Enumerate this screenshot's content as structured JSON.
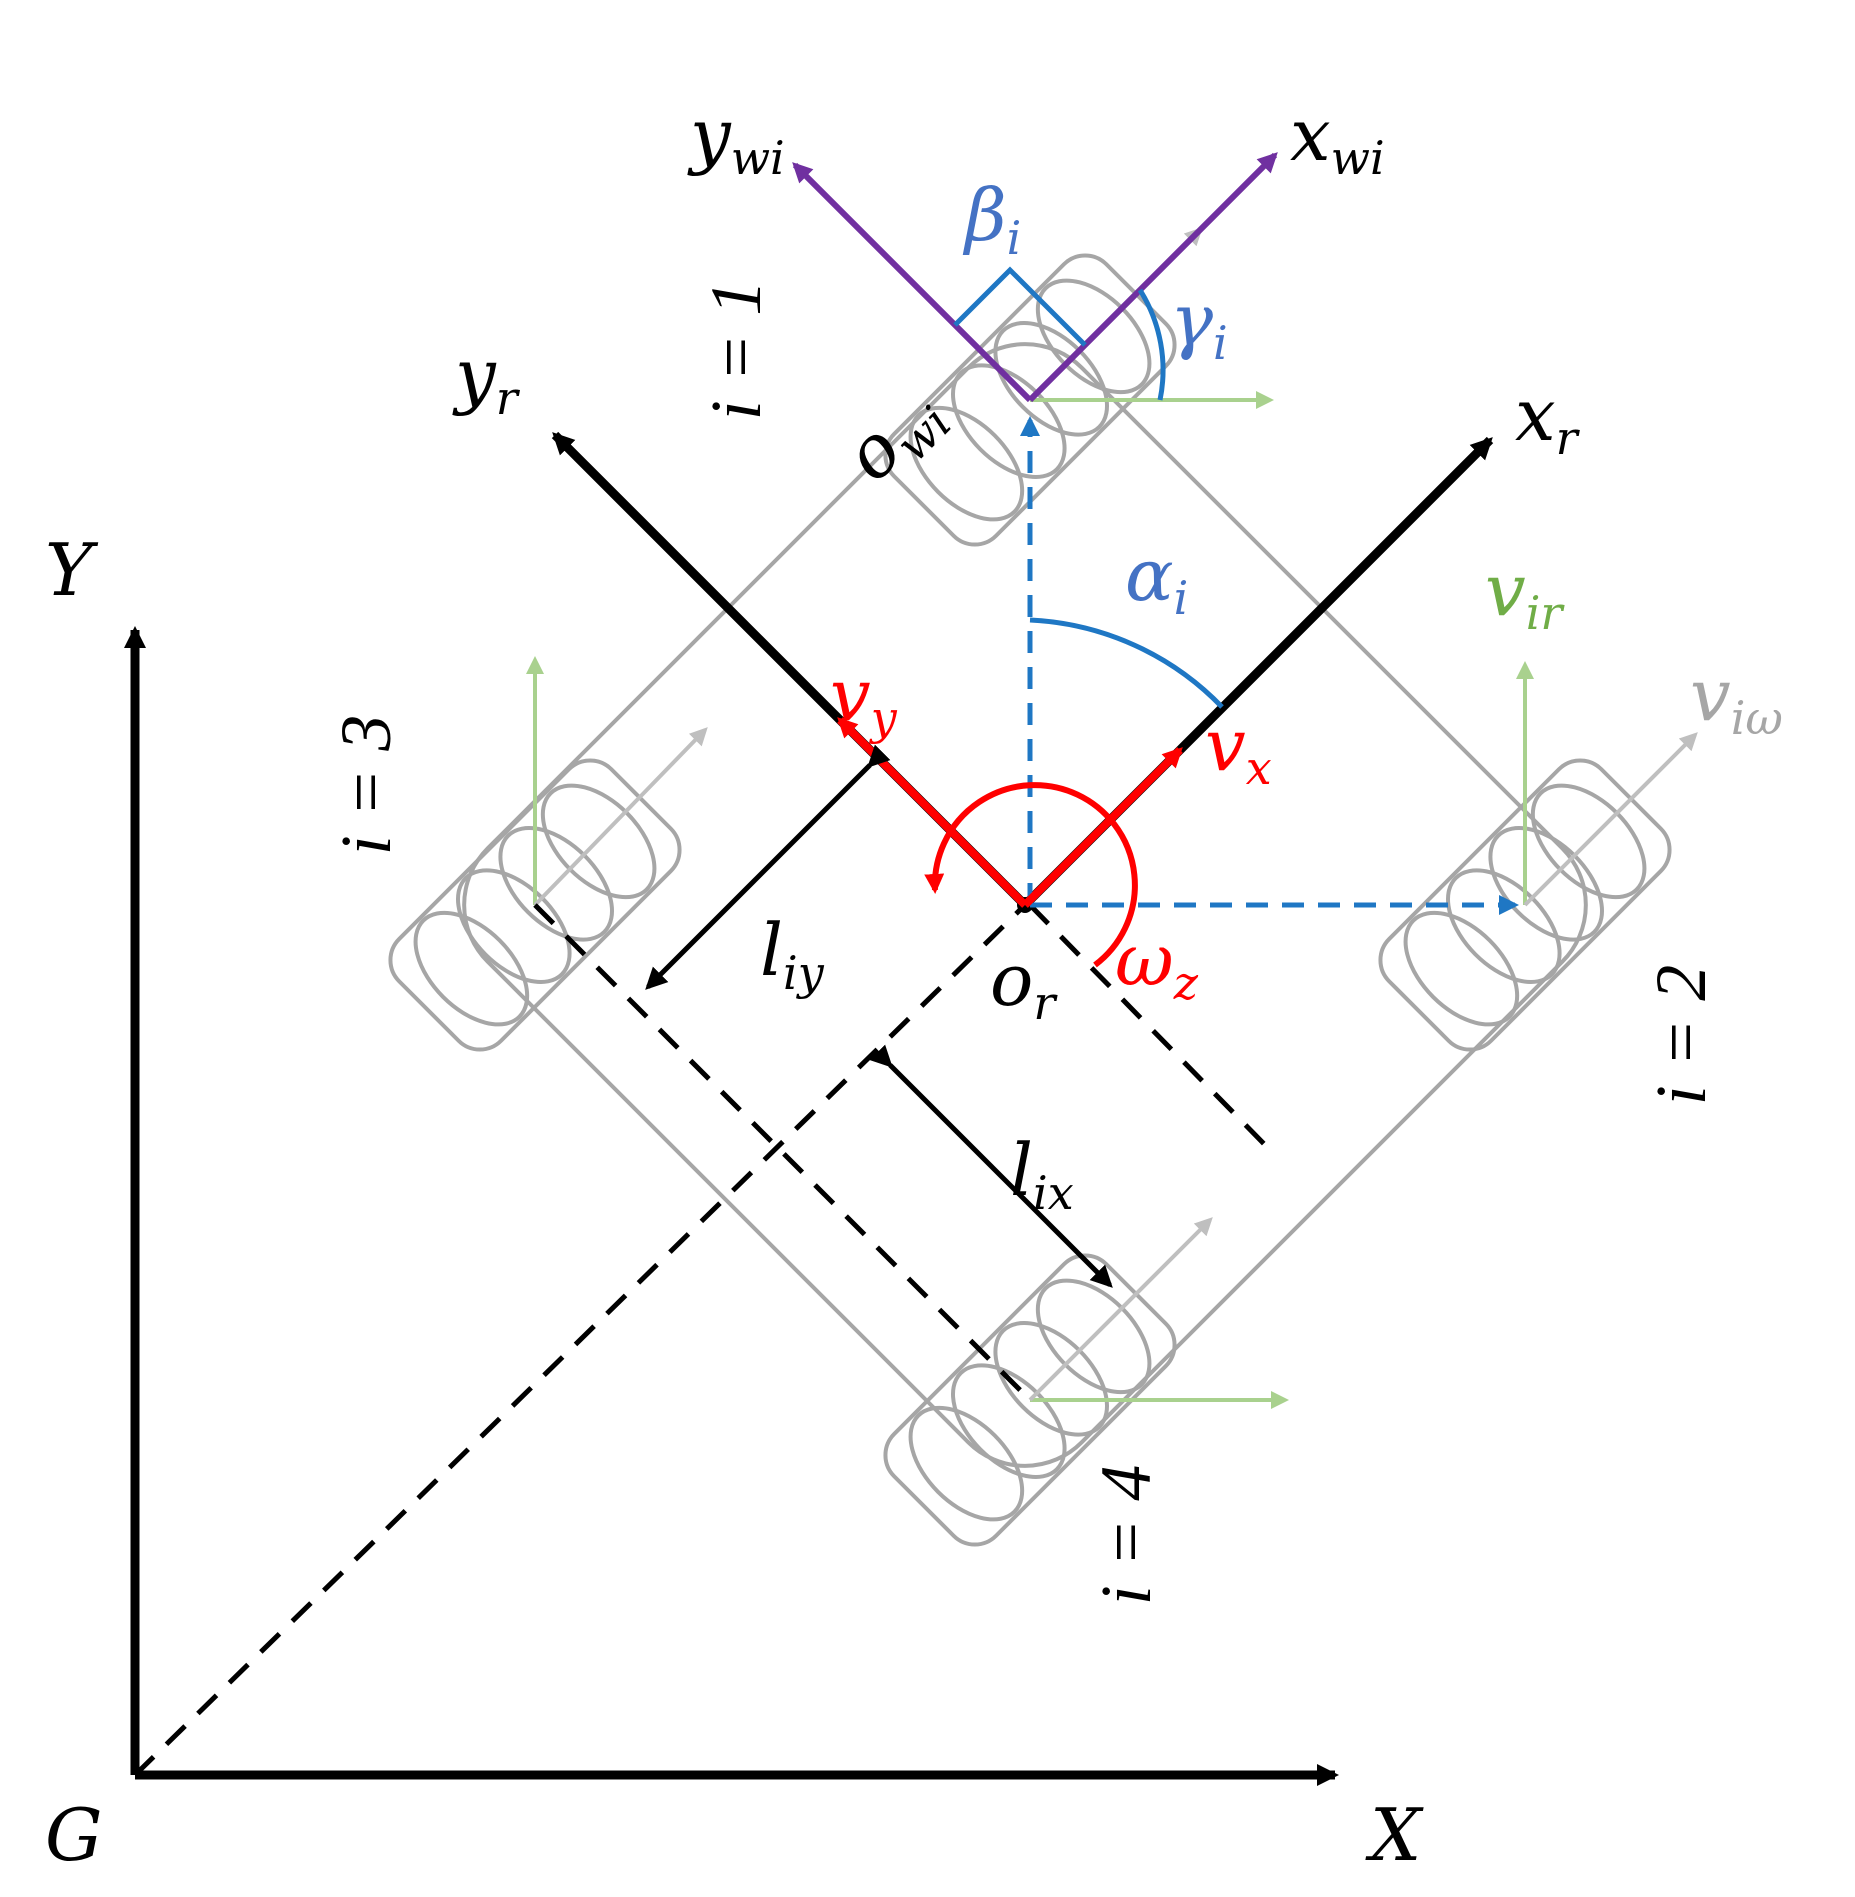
{
  "colors": {
    "black": "#000000",
    "red": "#ff0000",
    "blue": "#1f77c4",
    "green": "#8dc47a",
    "purple": "#7030a0",
    "grey": "#a6a6a6",
    "label_blue": "#4472c4",
    "label_green": "#70ad47"
  },
  "labels": {
    "global_origin": "G",
    "global_x": "X",
    "global_y": "Y",
    "robot_x_base": "x",
    "robot_x_sub": "r",
    "robot_y_base": "y",
    "robot_y_sub": "r",
    "robot_origin_base": "o",
    "robot_origin_sub": "r",
    "wheel_x_base": "x",
    "wheel_x_sub": "wi",
    "wheel_y_base": "y",
    "wheel_y_sub": "wi",
    "wheel_origin_base": "o",
    "wheel_origin_sub": "wi",
    "beta_base": "β",
    "beta_sub": "i",
    "gamma_base": "γ",
    "gamma_sub": "i",
    "alpha_base": "α",
    "alpha_sub": "i",
    "vy_base": "v",
    "vy_sub": "y",
    "vx_base": "v",
    "vx_sub": "x",
    "omega_base": "ω",
    "omega_sub": "z",
    "vir_base": "v",
    "vir_sub": "ir",
    "viw_base": "v",
    "viw_sub": "iω",
    "liy_base": "l",
    "liy_sub": "iy",
    "lix_base": "l",
    "lix_sub": "ix",
    "wheel1": "i = 1",
    "wheel2": "i = 2",
    "wheel3": "i = 3",
    "wheel4": "i = 4"
  }
}
